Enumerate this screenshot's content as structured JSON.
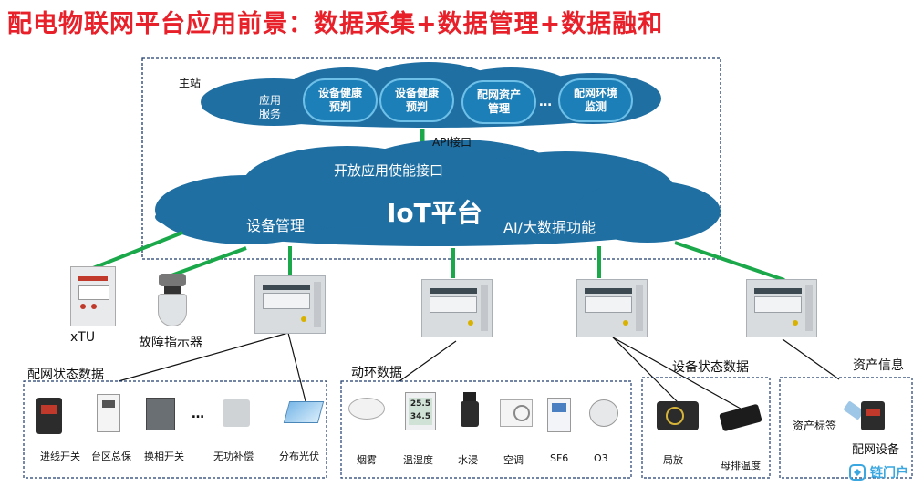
{
  "title": "配电物联网平台应用前景：数据采集+数据管理+数据融和",
  "master_station": {
    "label": "主站",
    "app_cloud": {
      "label": "应用服务",
      "apps": [
        "设备健康预判",
        "设备健康预判",
        "配网资产管理",
        "配网环境监测"
      ],
      "ellipsis": "…"
    },
    "api_label": "API接口"
  },
  "iot_cloud": {
    "title": "IoT平台",
    "top": "开放应用使能接口",
    "left": "设备管理",
    "right": "AI/大数据功能"
  },
  "edge_devices": {
    "xtu": "xTU",
    "fault_indicator": "故障指示器"
  },
  "groups": {
    "grid_status": {
      "label": "配网状态数据",
      "items": [
        "进线开关",
        "台区总保",
        "换相开关",
        "无功补偿",
        "分布光伏"
      ],
      "ellipsis": "…"
    },
    "environment": {
      "label": "动环数据",
      "items": [
        "烟雾",
        "温湿度",
        "水浸",
        "空调",
        "SF6",
        "O3"
      ]
    },
    "equipment_status": {
      "label": "设备状态数据",
      "items": [
        "局放",
        "母排温度"
      ]
    },
    "asset": {
      "label": "资产信息",
      "items": [
        "资产标签",
        "配网设备"
      ]
    }
  },
  "sensor_readings": {
    "temperature": "25.5",
    "humidity": "34.5"
  },
  "watermark": "链门户",
  "colors": {
    "title": "#e8202a",
    "cloud": "#1f6fa3",
    "link": "#1aa84a",
    "pill": "#1d7fb8"
  }
}
